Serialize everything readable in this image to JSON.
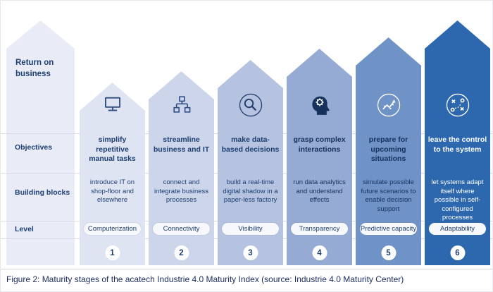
{
  "figure": {
    "caption": "Figure 2:  Maturity stages of the acatech Industrie 4.0 Maturity Index (source: Industrie 4.0 Maturity Center)",
    "left_column": {
      "header": "Return on business",
      "bg": "#e9ecf7",
      "labels": {
        "objectives": "Objectives",
        "building_blocks": "Building blocks",
        "level": "Level"
      }
    },
    "stages": [
      {
        "number": "1",
        "icon": "monitor-icon",
        "objective": "simplify repetitive manual tasks",
        "building_block": "introduce IT on shop-floor and elsewhere",
        "level": "Computerization",
        "color": "#dfe4f2",
        "text_color": "#1c3e72",
        "icon_color": "#2b4a80"
      },
      {
        "number": "2",
        "icon": "hierarchy-icon",
        "objective": "streamline business and IT",
        "building_block": "connect and integrate business processes",
        "level": "Connectivity",
        "color": "#ccd5ea",
        "text_color": "#1c3e72",
        "icon_color": "#2b4a80"
      },
      {
        "number": "3",
        "icon": "magnifier-icon",
        "objective": "make data-based decisions",
        "building_block": "build a real-time digital shadow in a paper-less factory",
        "level": "Visibility",
        "color": "#b5c3e0",
        "text_color": "#1c3e72",
        "icon_color": "#24406f"
      },
      {
        "number": "4",
        "icon": "head-gear-icon",
        "objective": "grasp complex interactions",
        "building_block": "run data analytics and understand effects",
        "level": "Transparency",
        "color": "#96abd3",
        "text_color": "#14315e",
        "icon_color": "#16325c"
      },
      {
        "number": "5",
        "icon": "forecast-icon",
        "objective": "prepare for upcoming situations",
        "building_block": "simulate possible future scenarios to enable decision support",
        "level": "Predictive capacity",
        "color": "#7093c7",
        "text_color": "#14315e",
        "icon_color": "#ffffff"
      },
      {
        "number": "6",
        "icon": "strategy-icon",
        "objective": "leave the control to the system",
        "building_block": "let systems adapt itself where possible in self-configured processes",
        "level": "Adaptability",
        "color": "#2d68ae",
        "text_color": "#ffffff",
        "icon_color": "#ffffff"
      }
    ]
  }
}
